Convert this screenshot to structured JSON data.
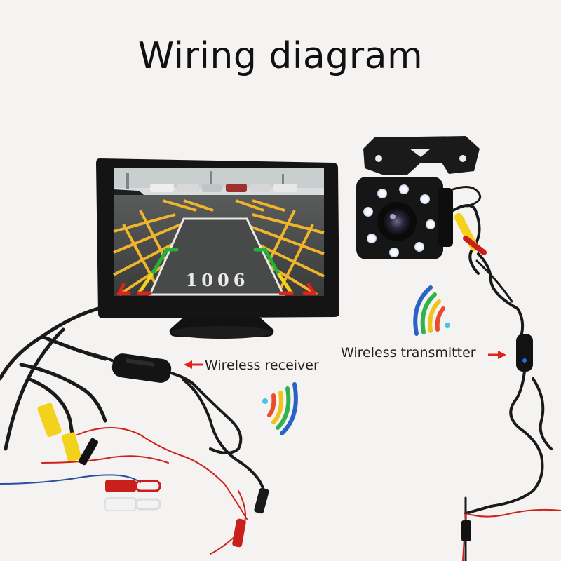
{
  "title": "Wiring diagram",
  "labels": {
    "receiver": "Wireless receiver",
    "transmitter": "Wireless transmitter"
  },
  "monitor": {
    "screen_text": "1006"
  },
  "icons": {
    "monitor": "monitor-icon",
    "camera": "backup-camera-icon",
    "receiver": "wireless-receiver-module-icon",
    "transmitter": "wireless-transmitter-module-icon",
    "signal": "wireless-signal-icon"
  },
  "colors": {
    "background": "#f4f3f1",
    "arrow": "#e0221a",
    "rca_yellow": "#f2d21a",
    "rca_red": "#c9201b",
    "rca_white": "#f2f2f2",
    "wire_black": "#1a1a1a",
    "wire_red": "#d0201a",
    "module_led": "#1f6de0",
    "parking_lines": "#f0b52a"
  }
}
